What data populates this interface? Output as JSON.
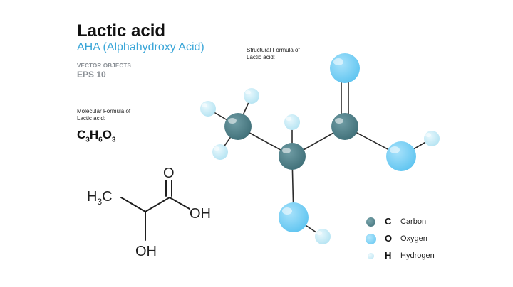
{
  "header": {
    "title": "Lactic acid",
    "subtitle": "AHA  (Alphahydroxy Acid)",
    "vector_objects": "VECTOR OBJECTS",
    "eps": "EPS 10"
  },
  "molecular": {
    "label_line1": "Molecular Formula of",
    "label_line2": "Lactic acid:",
    "formula": {
      "c": "C",
      "c_n": "3",
      "h": "H",
      "h_n": "6",
      "o": "O",
      "o_n": "3"
    }
  },
  "structural": {
    "label_line1": "Structural  Formula of",
    "label_line2": "Lactic acid:"
  },
  "skeletal": {
    "h3c": {
      "h": "H",
      "n": "3",
      "c": "C"
    },
    "o_top": "O",
    "oh_right": "OH",
    "oh_bottom": "OH"
  },
  "legend": [
    {
      "symbol": "C",
      "name": "Carbon",
      "color": "#4e7f88"
    },
    {
      "symbol": "O",
      "name": "Oxygen",
      "color": "#7fd1f5"
    },
    {
      "symbol": "H",
      "name": "Hydrogen",
      "color": "#c9ecf7"
    }
  ],
  "colors": {
    "carbon": "#4e7f88",
    "oxygen": "#7fd1f5",
    "hydrogen": "#c9ecf7",
    "bond": "#2b2b2b",
    "accent": "#3aa6d8"
  }
}
